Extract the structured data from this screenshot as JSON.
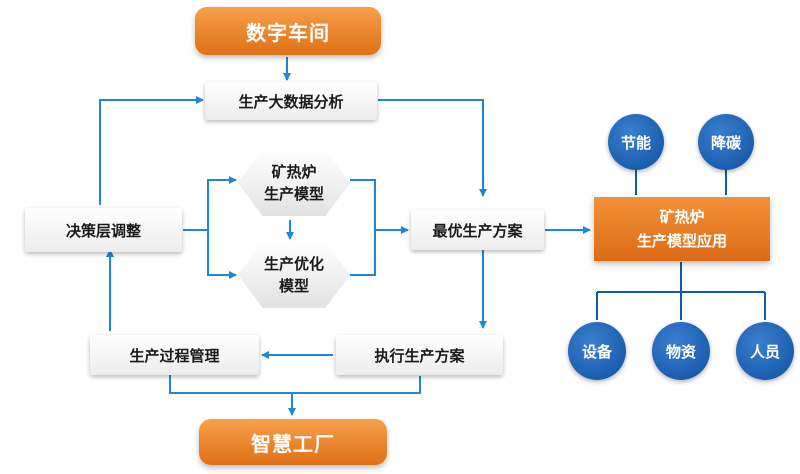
{
  "top_banner": "数字车间",
  "bottom_banner": "智慧工厂",
  "nodes": {
    "analysis": "生产大数据分析",
    "decision": "决策层调整",
    "furnace_model": [
      "矿热炉",
      "生产模型"
    ],
    "optimize_model": [
      "生产优化",
      "模型"
    ],
    "optimal_plan": "最优生产方案",
    "process_mgmt": "生产过程管理",
    "execute_plan": "执行生产方案"
  },
  "app": {
    "title": [
      "矿热炉",
      "生产模型应用"
    ],
    "benefits": [
      "节能",
      "降碳"
    ],
    "resources": [
      "设备",
      "物资",
      "人员"
    ]
  },
  "colors": {
    "orange": "#e8801e",
    "blue": "#0f5aa6",
    "arrow": "#1e88d6"
  }
}
